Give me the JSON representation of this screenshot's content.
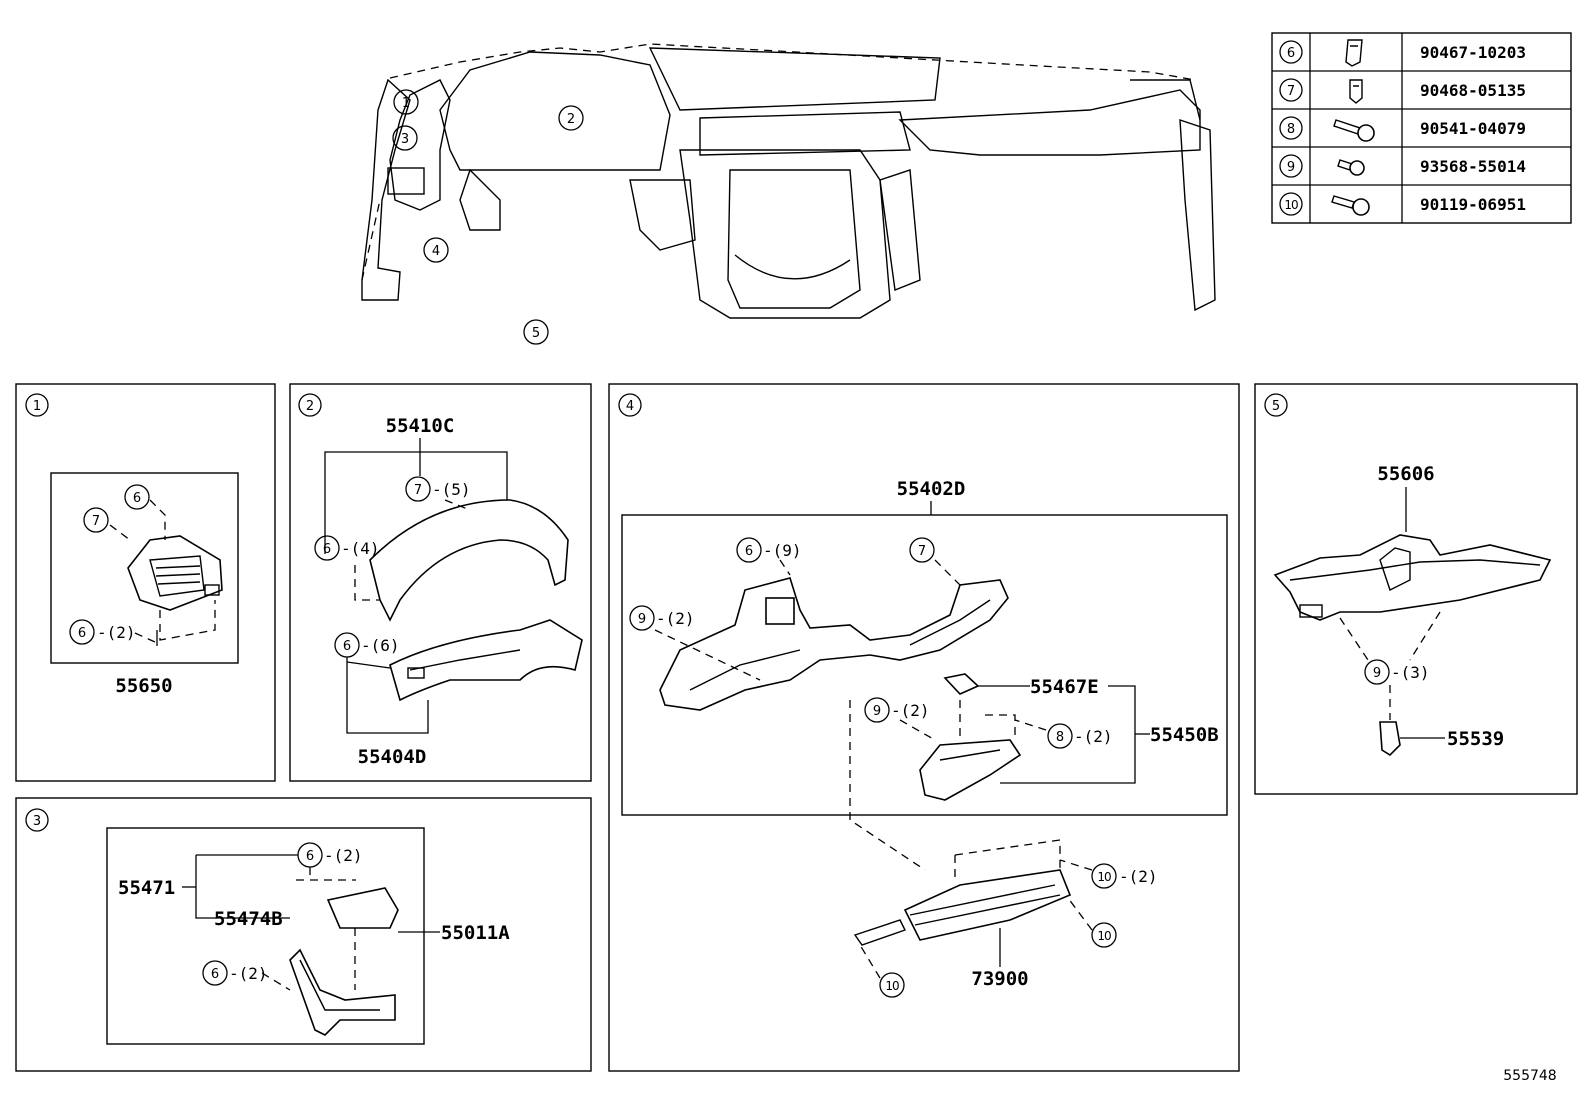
{
  "figure_number": "555748",
  "fastener_table": [
    {
      "callout": "6",
      "icon": "clip-icon",
      "part_no": "90467-10203"
    },
    {
      "callout": "7",
      "icon": "clip-icon",
      "part_no": "90468-05135"
    },
    {
      "callout": "8",
      "icon": "pin-icon",
      "part_no": "90541-04079"
    },
    {
      "callout": "9",
      "icon": "screw-icon",
      "part_no": "93568-55014"
    },
    {
      "callout": "10",
      "icon": "bolt-icon",
      "part_no": "90119-06951"
    }
  ],
  "overview": {
    "callouts": [
      "1",
      "2",
      "3",
      "4",
      "5"
    ]
  },
  "panel1": {
    "id": "1",
    "part": "55650",
    "c6": "6",
    "c7": "7",
    "c6b": "6",
    "c6b_qty": "-(2)"
  },
  "panel2": {
    "id": "2",
    "part_top": "55410C",
    "part_bottom": "55404D",
    "c7": "7",
    "c7_qty": "-(5)",
    "c6a": "6",
    "c6a_qty": "-(4)",
    "c6b": "6",
    "c6b_qty": "-(6)"
  },
  "panel3": {
    "id": "3",
    "part_a": "55471",
    "part_b": "55474B",
    "part_c": "55011A",
    "c6a": "6",
    "c6a_qty": "-(2)",
    "c6b": "6",
    "c6b_qty": "-(2)"
  },
  "panel4": {
    "id": "4",
    "part_assy": "55402D",
    "part_a": "55467E",
    "part_b": "55450B",
    "part_c": "73900",
    "c6": "6",
    "c6_qty": "-(9)",
    "c7": "7",
    "c9a": "9",
    "c9a_qty": "-(2)",
    "c9b": "9",
    "c9b_qty": "-(2)",
    "c8": "8",
    "c8_qty": "-(2)",
    "c10a": "10",
    "c10a_qty": "-(2)",
    "c10b": "10",
    "c10c": "10"
  },
  "panel5": {
    "id": "5",
    "part_a": "55606",
    "part_b": "55539",
    "c9": "9",
    "c9_qty": "-(3)"
  }
}
